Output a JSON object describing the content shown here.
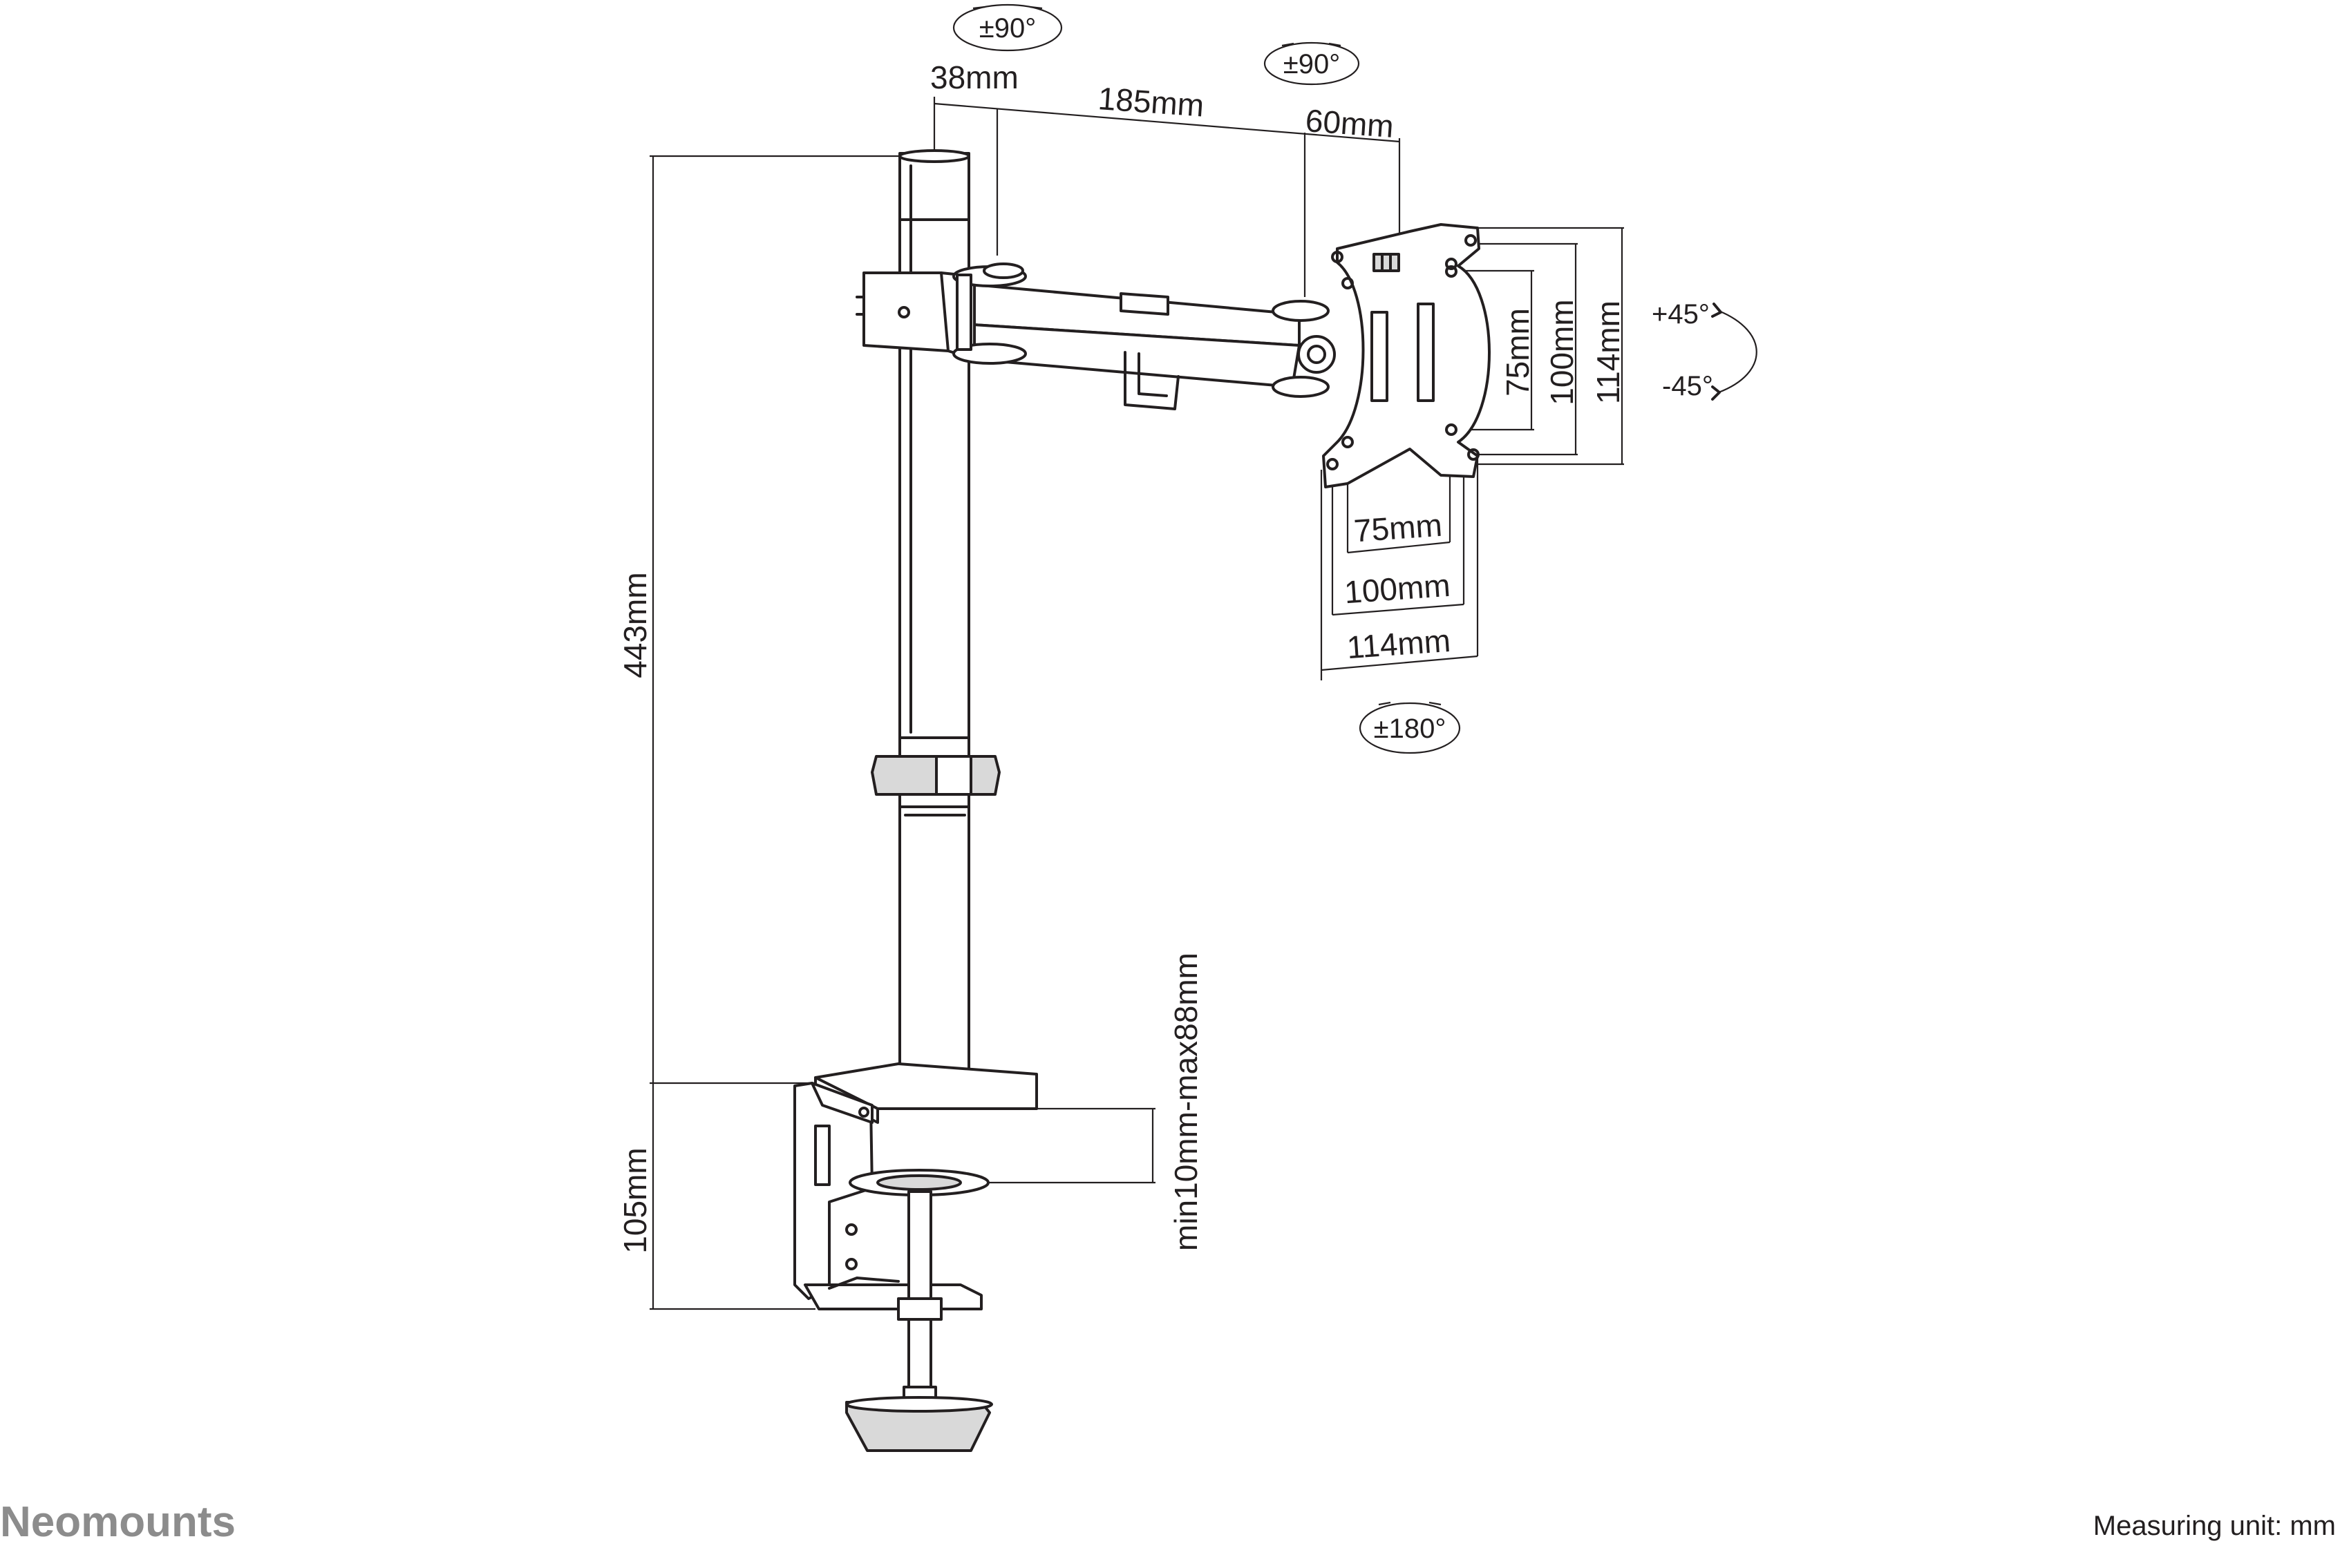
{
  "rotation_labels": {
    "arm_pivot": "±90°",
    "head_pivot": "±90°",
    "tilt_up": "+45°",
    "tilt_down": "-45°",
    "rotation": "±180°"
  },
  "dimensions": {
    "pole_diameter": "38mm",
    "arm_length": "185mm",
    "head_offset": "60mm",
    "pole_height": "443mm",
    "clamp_height": "105mm",
    "desk_thickness": "min10mm-max88mm",
    "vesa_small_h": "75mm",
    "vesa_medium_h": "100mm",
    "plate_h": "114mm",
    "vesa_small_w": "75mm",
    "vesa_medium_w": "100mm",
    "plate_w": "114mm"
  },
  "footer": {
    "brand": "Neomounts",
    "measuring_unit": "Measuring unit: mm"
  },
  "colors": {
    "line": "#231f20",
    "brand": "#8c8c8c"
  }
}
